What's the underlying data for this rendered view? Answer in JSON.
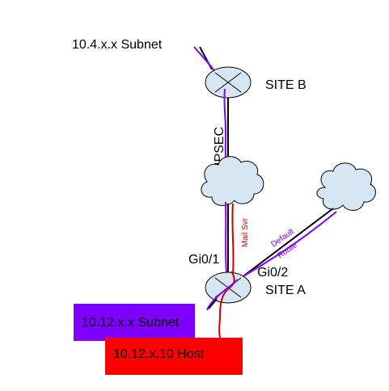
{
  "labels": {
    "subnet_top": "10.4.x.x Subnet",
    "site_b": "SITE B",
    "site_a": "SITE A",
    "ipsec": "IPSEC",
    "mail_svr": "Mail Svr",
    "default_route_line1": "Default",
    "default_route_line2": "Route",
    "gi0_1": "Gi0/1",
    "gi0_2": "Gi0/2",
    "subnet_box": "10.12.x.x Subnet",
    "host_box": "10.12.x.10 Host"
  },
  "colors": {
    "purple": "#8000ff",
    "red": "#ff0000",
    "cloud_fill": "#d6e6f2",
    "router_fill": "#d6e6f2",
    "line_black": "#000000",
    "path_red": "#cc0000",
    "path_purple": "#7a00e0"
  }
}
